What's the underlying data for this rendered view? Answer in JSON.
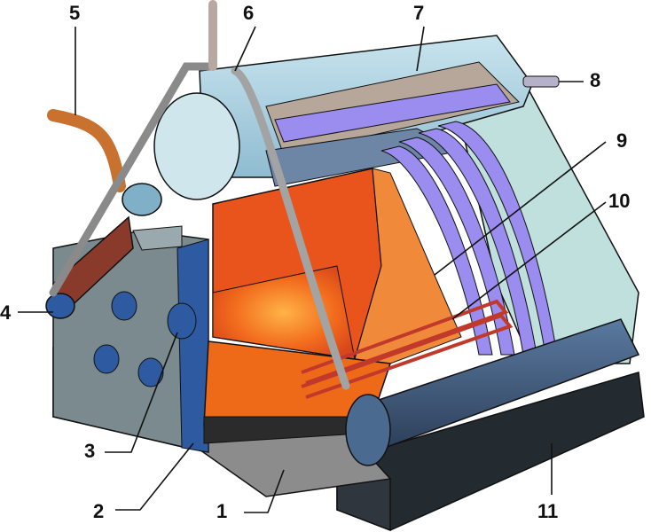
{
  "diagram": {
    "callouts": [
      {
        "id": "c1",
        "label": "1"
      },
      {
        "id": "c2",
        "label": "2"
      },
      {
        "id": "c3",
        "label": "3"
      },
      {
        "id": "c4",
        "label": "4"
      },
      {
        "id": "c5",
        "label": "5"
      },
      {
        "id": "c6",
        "label": "6"
      },
      {
        "id": "c7",
        "label": "7"
      },
      {
        "id": "c8",
        "label": "8"
      },
      {
        "id": "c9",
        "label": "9"
      },
      {
        "id": "c10",
        "label": "10"
      },
      {
        "id": "c11",
        "label": "11"
      }
    ],
    "colors": {
      "outline": "#1a1a1a",
      "base_dark": "#2b3138",
      "casing_gray": "#6e7f85",
      "drum_light": "#a9cfe0",
      "water_tubes": "#9b8cf0",
      "fire_orange": "#ee6a18",
      "brick_orange": "#f08a3a",
      "mud_drum": "#3f5a7a",
      "pipe_brown": "#c9712f",
      "pipe_gray": "#8a8a8a"
    }
  }
}
